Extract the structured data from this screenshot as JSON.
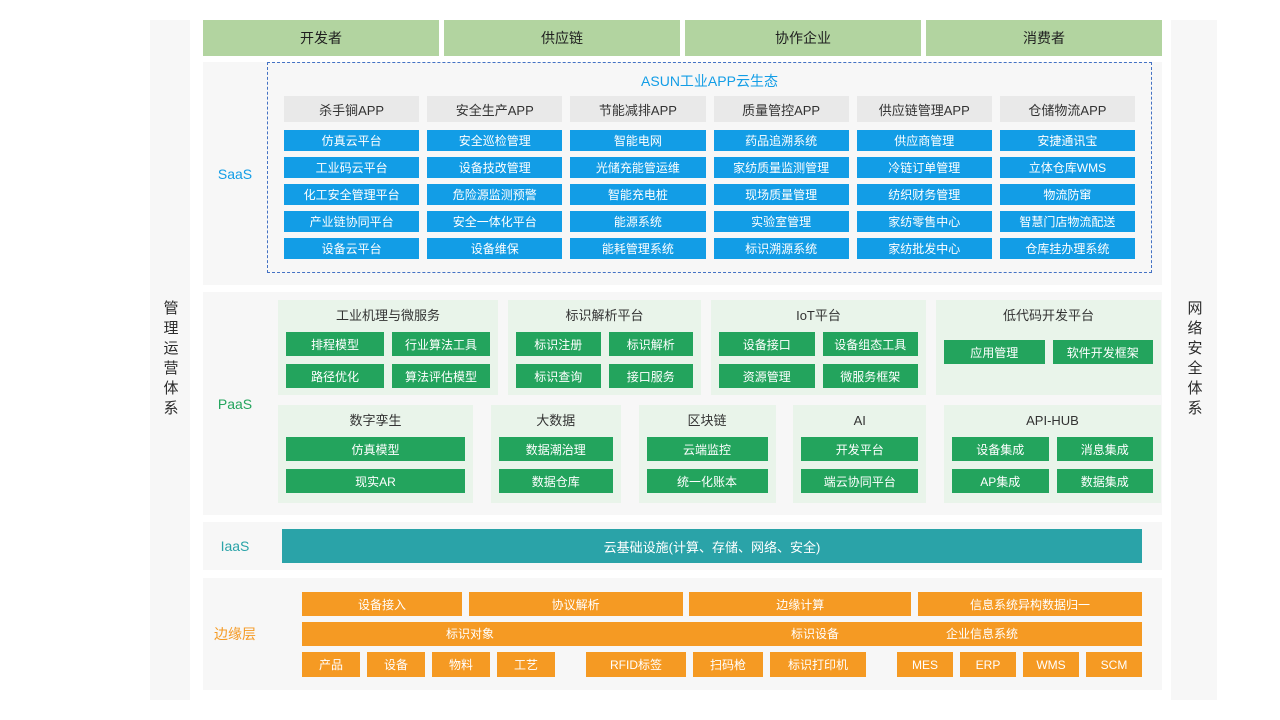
{
  "top_roles": [
    "开发者",
    "供应链",
    "协作企业",
    "消费者"
  ],
  "sides": {
    "left": "管理运营体系",
    "right": "网络安全体系"
  },
  "saas": {
    "layer_label": "SaaS",
    "ecosystem_title": "ASUN工业APP云生态",
    "app_groups": [
      {
        "title": "杀手锏APP",
        "items": [
          "仿真云平台",
          "工业码云平台",
          "化工安全管理平台",
          "产业链协同平台",
          "设备云平台"
        ]
      },
      {
        "title": "安全生产APP",
        "items": [
          "安全巡检管理",
          "设备技改管理",
          "危险源监测预警",
          "安全一体化平台",
          "设备维保"
        ]
      },
      {
        "title": "节能减排APP",
        "items": [
          "智能电网",
          "光储充能管运维",
          "智能充电桩",
          "能源系统",
          "能耗管理系统"
        ]
      },
      {
        "title": "质量管控APP",
        "items": [
          "药品追溯系统",
          "家纺质量监测管理",
          "现场质量管理",
          "实验室管理",
          "标识溯源系统"
        ]
      },
      {
        "title": "供应链管理APP",
        "items": [
          "供应商管理",
          "冷链订单管理",
          "纺织财务管理",
          "家纺零售中心",
          "家纺批发中心"
        ]
      },
      {
        "title": "仓储物流APP",
        "items": [
          "安捷通讯宝",
          "立体仓库WMS",
          "物流防窜",
          "智慧门店物流配送",
          "仓库挂办理系统"
        ]
      }
    ]
  },
  "paas": {
    "layer_label": "PaaS",
    "row1": [
      {
        "title": "工业机理与微服务",
        "items": [
          "排程模型",
          "行业算法工具",
          "路径优化",
          "算法评估模型"
        ]
      },
      {
        "title": "标识解析平台",
        "items": [
          "标识注册",
          "标识解析",
          "标识查询",
          "接口服务"
        ]
      },
      {
        "title": "IoT平台",
        "items": [
          "设备接口",
          "设备组态工具",
          "资源管理",
          "微服务框架"
        ]
      },
      {
        "title": "低代码开发平台",
        "items": [
          "应用管理",
          "软件开发框架"
        ]
      }
    ],
    "row2": [
      {
        "title": "数字孪生",
        "items": [
          "仿真模型",
          "现实AR"
        ]
      },
      {
        "title": "大数据",
        "items": [
          "数据潮治理",
          "数据仓库"
        ]
      },
      {
        "title": "区块链",
        "items": [
          "云端监控",
          "统一化账本"
        ]
      },
      {
        "title": "AI",
        "items": [
          "开发平台",
          "端云协同平台"
        ]
      },
      {
        "title": "API-HUB",
        "items": [
          "设备集成",
          "消息集成",
          "AP集成",
          "数据集成"
        ]
      }
    ]
  },
  "iaas": {
    "layer_label": "IaaS",
    "bar_label": "云基础设施(计算、存储、网络、安全)"
  },
  "edge": {
    "layer_label": "边缘层",
    "row1": [
      "设备接入",
      "协议解析",
      "边缘计算",
      "信息系统异构数据归一"
    ],
    "row2": [
      "标识对象",
      "标识设备",
      "企业信息系统"
    ],
    "row3_groups": [
      [
        "产品",
        "设备",
        "物料",
        "工艺"
      ],
      [
        "RFID标签",
        "扫码枪",
        "标识打印机"
      ],
      [
        "MES",
        "ERP",
        "WMS",
        "SCM"
      ]
    ]
  },
  "colors": {
    "role_green": "#b2d4a0",
    "panel_gray": "#f7f7f7",
    "col_header_gray": "#e9e9e9",
    "blue": "#129de6",
    "dashed_border_blue": "#4472c4",
    "green": "#23a45d",
    "group_green_bg": "#e9f4ea",
    "teal": "#2aa3a8",
    "orange": "#f59a23",
    "text_dark": "#333333"
  }
}
